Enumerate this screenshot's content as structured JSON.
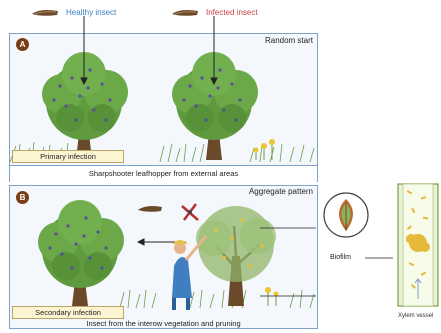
{
  "legend": {
    "healthy_label": "Healthy insect",
    "infected_label": "Infected insect",
    "healthy_color": "#3b7dc4",
    "infected_color": "#c94242"
  },
  "panel_a": {
    "badge": "A",
    "corner_label": "Random start",
    "infection_label": "Primary infection",
    "caption": "Sharpshooter leafhopper from external areas"
  },
  "panel_b": {
    "badge": "B",
    "corner_label": "Aggregate pattern",
    "infection_label": "Secondary infection",
    "caption": "Insect from the interow vegetation and pruning"
  },
  "side": {
    "biofilm_label": "Biofilm",
    "xylem_label": "Xylem vessel"
  },
  "colors": {
    "panel_border": "#7fa3c8",
    "panel_bg": "#f4f8fc",
    "badge": "#7a3e12",
    "label_box": "#fdf4d2",
    "tree_canopy": "#5f9a3f",
    "tree_trunk": "#6b4a2b"
  }
}
